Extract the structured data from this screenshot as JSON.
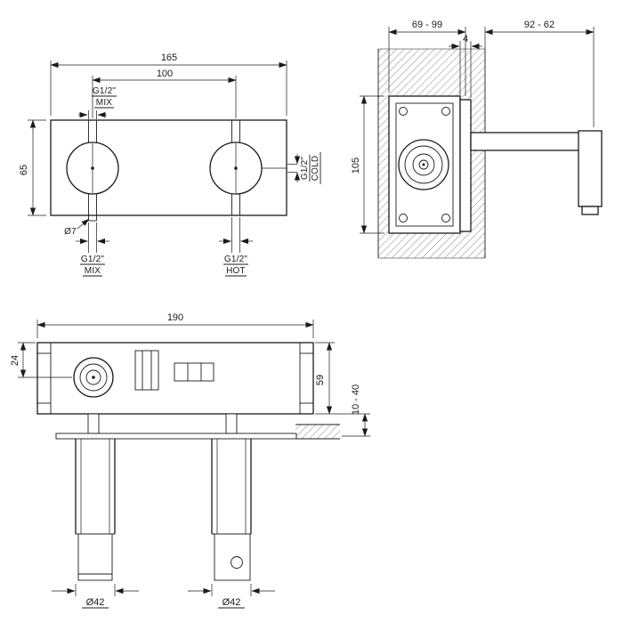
{
  "drawing": {
    "front_view": {
      "dim_width_total": "165",
      "dim_width_centers": "100",
      "dim_height": "65",
      "dim_pin": "Ø7",
      "port_top_line1": "G1/2\"",
      "port_top_line2": "MIX",
      "port_bottom_left_line1": "G1/2\"",
      "port_bottom_left_line2": "MIX",
      "port_bottom_right_line1": "G1/2\"",
      "port_bottom_right_line2": "HOT",
      "port_right_line1": "G1/2\"",
      "port_right_line2": "COLD"
    },
    "side_view": {
      "dim_depth_range": "69 - 99",
      "dim_plate_thickness": "4",
      "dim_projection_range": "92 - 62",
      "dim_height": "105"
    },
    "rough_view": {
      "dim_width": "190",
      "dim_top_offset": "24",
      "dim_body_height": "59",
      "dim_wall_range": "10 - 40",
      "dim_pipe_left": "Ø42",
      "dim_pipe_right": "Ø42"
    }
  }
}
